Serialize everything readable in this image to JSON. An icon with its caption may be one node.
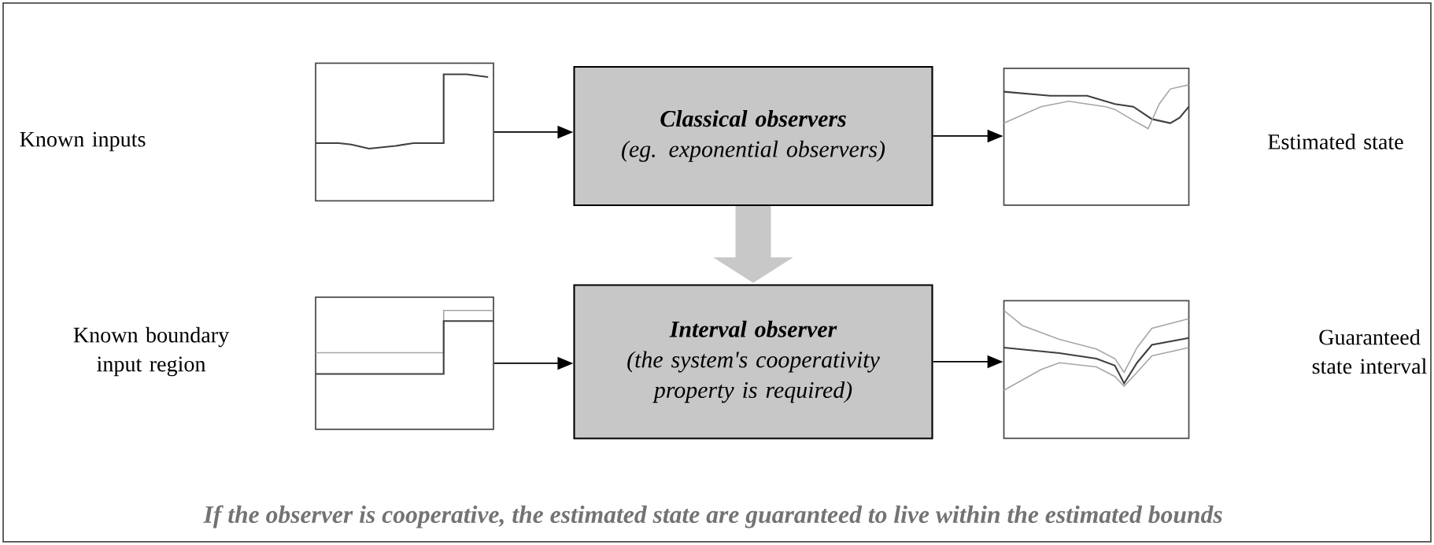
{
  "diagram": {
    "caption": "If the observer is cooperative, the estimated state are guaranteed to live within the estimated bounds",
    "nodes": [
      {
        "text": [],
        "shape": "picture"
      },
      {
        "text": [
          "Classical observers",
          "(eg. exponential observers)"
        ]
      },
      {
        "text": [],
        "shape": "picture"
      },
      {
        "text": [],
        "shape": "picture"
      },
      {
        "text": [
          "Interval observer",
          "(the system's cooperativity property is required)"
        ]
      },
      {
        "text": [],
        "shape": "picture"
      }
    ],
    "edges": [
      {
        "from": 0,
        "to": 1,
        "arrow": "to"
      },
      {
        "from": 1,
        "to": 2,
        "arrow": "to"
      },
      {
        "from": 1,
        "to": 4,
        "arrow": "to",
        "style": "thick",
        "color": "#c8c8c8"
      },
      {
        "from": 3,
        "to": 4,
        "arrow": "to"
      },
      {
        "from": 4,
        "to": 5,
        "arrow": "to"
      }
    ],
    "labels": [
      "Known inputs",
      "Estimated state",
      "Known boundary input region",
      "Guaranteed state interval"
    ]
  }
}
